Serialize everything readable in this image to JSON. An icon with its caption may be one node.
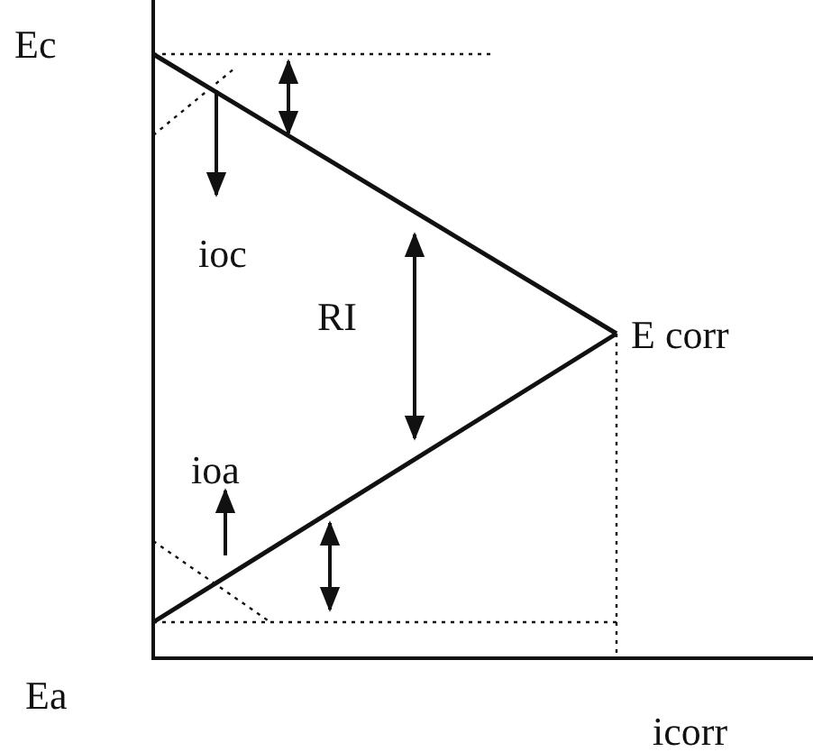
{
  "diagram": {
    "labels": [
      "Ec",
      "ioc",
      "RI",
      "E corr",
      "ioa",
      "Ea",
      "icorr"
    ]
  }
}
